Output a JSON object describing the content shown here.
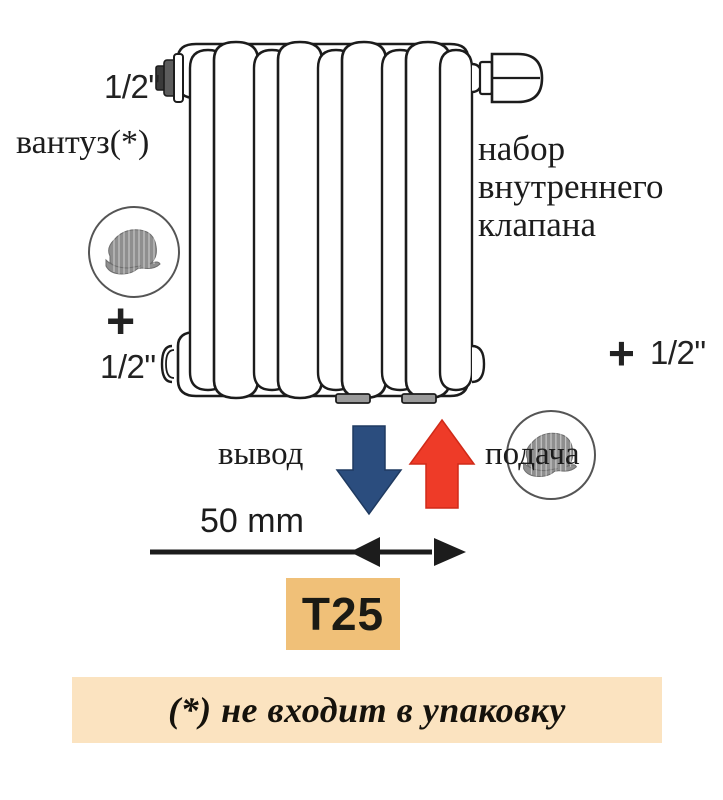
{
  "diagram": {
    "title": "Radiator connection diagram",
    "background_color": "#ffffff"
  },
  "labels": {
    "vent_size": "1/2\"",
    "vent_name": "вантуз(*)",
    "valve_set": "набор\nвнутреннего\nклапана",
    "valve_set_line1": "набор",
    "valve_set_line2": "внутреннего",
    "valve_set_line3": "клапана",
    "left_plus": "+",
    "left_size": "1/2\"",
    "right_plus": "+",
    "right_size": "1/2\"",
    "outlet": "вывод",
    "supply": "подача",
    "dimension": "50 mm",
    "product_code": "T25",
    "footnote": "(*) не входит в упаковку"
  },
  "icons": {
    "left_part": "valve-part-icon",
    "right_part": "valve-part-icon",
    "outlet_arrow": "arrow-down-icon",
    "supply_arrow": "arrow-up-icon",
    "dimension_arrow": "double-arrow-icon",
    "top_vent_fitting": "vent-fitting-icon",
    "top_valve_cap": "valve-cap-icon"
  },
  "colors": {
    "outlet_arrow": "#2b4d7e",
    "supply_arrow": "#ee3b28",
    "code_box_background": "#f0c078",
    "footnote_box_background": "#fbe3c0",
    "outline": "#1c1c1c",
    "hatch_fill": "#8a8a8a",
    "port_fill": "#9a9a9a"
  },
  "radiator": {
    "sections": 5,
    "columns_per_section": 2,
    "ports": [
      "outlet-port",
      "supply-port"
    ]
  }
}
